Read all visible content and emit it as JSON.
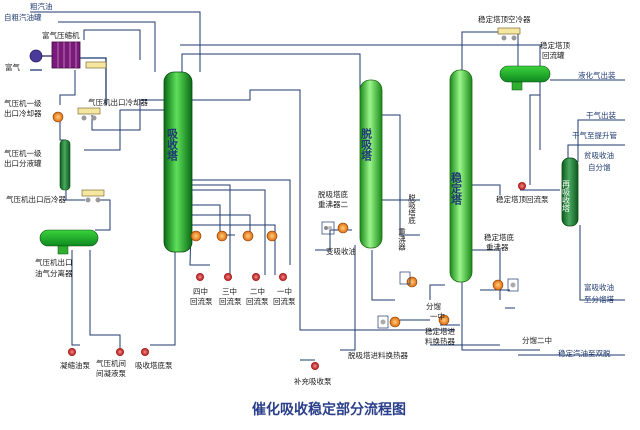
{
  "title": "催化吸收稳定部分流程图",
  "labels": {
    "crude_gasoline": "粗汽油",
    "from_crude_tank": "自粗汽油罐",
    "rich_gas": "富气",
    "compressor": "富气压缩机",
    "cooler1": "气压机一级",
    "cooler1b": "出口冷却器",
    "outlet_cooler": "气压机出口冷却器",
    "separator1": "气压机一级",
    "separator1b": "出口分液罐",
    "aftercooler": "气压机出口后冷器",
    "oilgas_sep1": "气压机出口",
    "oilgas_sep2": "油气分离器",
    "absorber": "吸收塔",
    "desorber": "脱吸塔",
    "stabilizer": "稳定塔",
    "reabsorber": "再吸收塔",
    "condensate_pump": "凝缩油泵",
    "comp_pump1": "气压机间",
    "comp_pump2": "间凝液泵",
    "abs_bottom_pump": "吸收塔底泵",
    "p4_1": "四中",
    "p4_2": "回流泵",
    "p3_1": "三中",
    "p3_2": "回流泵",
    "p2_1": "二中",
    "p2_2": "回流泵",
    "p1_1": "一中",
    "p1_2": "回流泵",
    "makeup_pump": "补充吸收泵",
    "desorber_reboiler1": "脱吸塔底",
    "desorber_reboiler2": "重沸器二",
    "sulfurless_oil": "变吸收油",
    "desorber_reboiler3": "脱吸塔底",
    "desorber_reboiler3b": "重沸器",
    "cut1": "分馏",
    "cut1b": "一中",
    "feed_exchanger": "脱吸塔进料换热器",
    "stab_feed1": "稳定塔进",
    "stab_feed2": "料换热器",
    "cut2": "分馏二中",
    "stab_reboiler1": "稳定塔底",
    "stab_reboiler2": "重沸器",
    "stab_top_cooler": "稳定塔顶空冷器",
    "stab_reflux_tank1": "稳定塔顶",
    "stab_reflux_tank2": "回流罐",
    "stab_reflux_pump": "稳定塔顶回流泵",
    "lpg_out": "液化气出装",
    "dry_gas_out": "干气出装",
    "dry_gas_riser": "干气至提升管",
    "lean_abs1": "贫吸收油",
    "lean_abs2": "自分馏",
    "rich_abs1": "富吸收油",
    "rich_abs2": "至分馏塔",
    "stable_gasoline": "稳定汽油至双脱"
  }
}
